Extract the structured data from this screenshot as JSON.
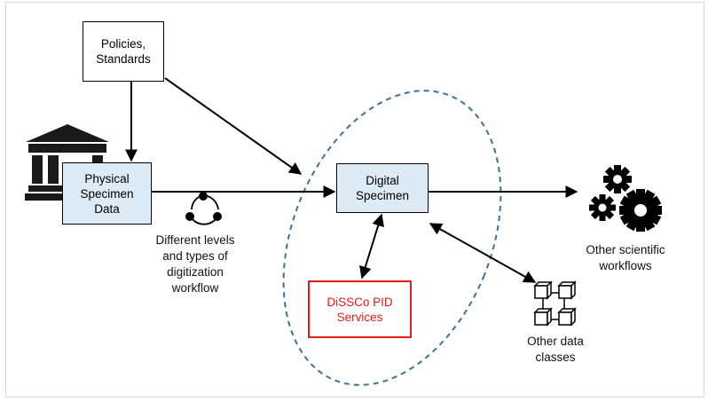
{
  "diagram": {
    "nodes": {
      "policies": "Policies,\nStandards",
      "physical_specimen": "Physical\nSpecimen\nData",
      "digital_specimen": "Digital\nSpecimen",
      "pid_services": "DiSSCo PID\nServices"
    },
    "labels": {
      "digitization": "Different levels\nand types of\ndigitization\nworkflow",
      "workflows": "Other scientific\nworkflows",
      "data_classes": "Other data\nclasses"
    },
    "icons": [
      "institution-icon",
      "cycle-icon",
      "gears-icon",
      "data-classes-icon"
    ],
    "colors": {
      "box_fill": "#dcebf6",
      "pid_red": "#e21d1d",
      "ellipse": "#3f6f9a"
    }
  }
}
